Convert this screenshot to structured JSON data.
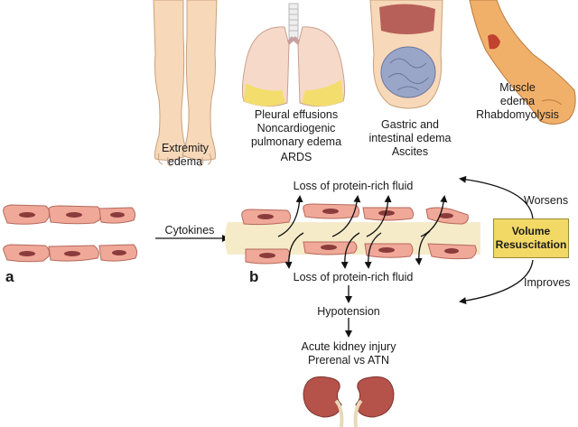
{
  "illustrations": {
    "extremity": [
      "Extremity",
      "edema"
    ],
    "lungs": [
      "Pleural effusions",
      "Noncardiogenic",
      "pulmonary edema",
      "ARDS"
    ],
    "abdomen": [
      "Gastric and",
      "intestinal edema",
      "Ascites"
    ],
    "arm": [
      "Muscle",
      "edema",
      "Rhabdomyolysis"
    ]
  },
  "panel_a": {
    "letter": "a"
  },
  "panel_b": {
    "letter": "b"
  },
  "flow": {
    "cytokines": "Cytokines",
    "loss_top": "Loss of protein-rich fluid",
    "loss_bottom": "Loss of protein-rich fluid",
    "hypotension": "Hypotension",
    "aki": [
      "Acute kidney injury",
      "Prerenal vs ATN"
    ]
  },
  "volume_resuscitation": {
    "label": [
      "Volume",
      "Resuscitation"
    ],
    "worsens": "Worsens",
    "improves": "Improves",
    "box_color": "#f2d865"
  },
  "colors": {
    "cell_fill": "#f0a898",
    "cell_stroke": "#b46a5c",
    "nucleus": "#8a3b3b",
    "edema_band": "#f6ebc9",
    "skin": "#f7d8b8",
    "kidney": "#b5524a"
  }
}
